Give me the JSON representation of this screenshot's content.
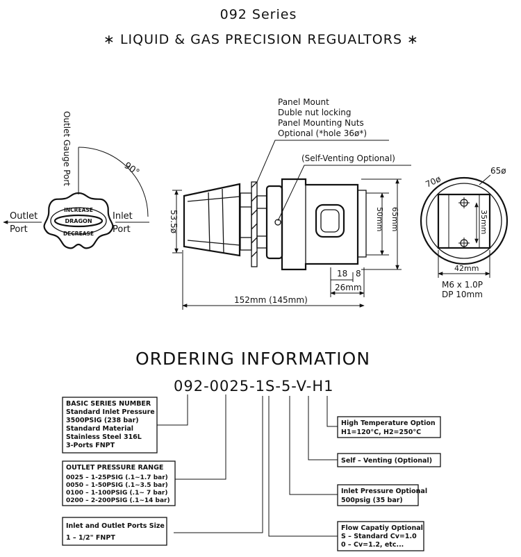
{
  "header": {
    "series": "092 Series",
    "subtitle": "∗  LIQUID & GAS PRECISION REGUALTORS  ∗"
  },
  "knob_view": {
    "outlet_gauge_port": "Outlet Gauge Port",
    "angle": "90°",
    "outlet_label": "Outlet",
    "outlet_port": "Port",
    "inlet_label": "Inlet",
    "inlet_port": "Port",
    "knob_increase": "INCREASE",
    "knob_brand": "DRAGON",
    "knob_decrease": "DECREASE"
  },
  "side_view": {
    "panel_note": [
      "Panel Mount",
      "Duble nut locking",
      "Panel Mounting Nuts",
      "Optional (*hole 36ø*)"
    ],
    "self_venting": "(Self-Venting Optional)",
    "dia_knob": "53.5ø",
    "dia_body_small": "50mm",
    "dia_body_large": "65mm",
    "dim_18": "18",
    "dim_8": "8",
    "dim_26": "26mm",
    "dim_overall": "152mm (145mm)"
  },
  "end_view": {
    "dia_outer": "70ø",
    "dia_inner": "65ø",
    "hole_spacing": "35mm",
    "width": "42mm",
    "thread": "M6 x 1.0P",
    "depth": "DP 10mm"
  },
  "ordering": {
    "title": "ORDERING INFORMATION",
    "part_number": "092-0025-1S-5-V-H1",
    "boxes": {
      "basic_series": [
        "BASIC SERIES NUMBER",
        "Standard Inlet Pressure",
        "3500PSIG (238 bar)",
        "Standard Material",
        "Stainless Steel 316L",
        "3-Ports FNPT"
      ],
      "outlet_pressure": [
        "OUTLET PRESSURE RANGE",
        "0025 – 1-25PSIG (.1~1.7 bar)",
        "0050 – 1-50PSIG (.1~3.5 bar)",
        "0100 – 1-100PSIG (.1~ 7 bar)",
        "0200 – 2-200PSIG (.1~14 bar)"
      ],
      "ports_size": [
        "Inlet and Outlet Ports Size",
        "1 – 1/2\" FNPT"
      ],
      "high_temp": [
        "High Temperature Option",
        "H1=120°C, H2=250°C"
      ],
      "self_venting": [
        "Self – Venting (Optional)"
      ],
      "inlet_pressure": [
        "Inlet Pressure Optional",
        "500psig (35 bar)"
      ],
      "flow_capacity": [
        "Flow Capatiy Optional",
        "S – Standard   Cv=1.0",
        "0 – Cv=1.2,  etc..."
      ]
    }
  }
}
